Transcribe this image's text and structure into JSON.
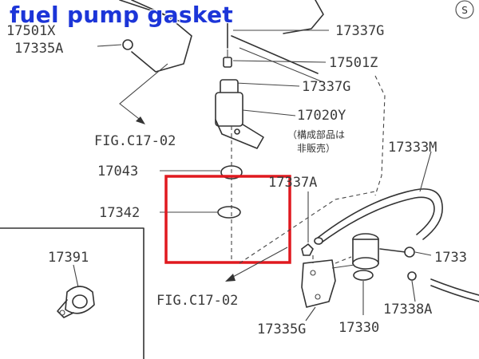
{
  "headline": "fuel pump gasket",
  "corner_mark": "S",
  "part_labels": {
    "p17501x": "17501X",
    "p17335a": "17335A",
    "p17337g_top": "17337G",
    "p17501z": "17501Z",
    "p17337g_mid": "17337G",
    "p17020y": "17020Y",
    "p17043": "17043",
    "p17337a": "17337A",
    "p17333m": "17333M",
    "p17342": "17342",
    "p17391": "17391",
    "p1733": "1733",
    "p17338a": "17338A",
    "p17335g": "17335G",
    "p17330": "17330"
  },
  "figure_refs": {
    "upper": "FIG.C17-02",
    "lower": "FIG.C17-02"
  },
  "note_lines": [
    "（構成部品は",
    "非販売）"
  ],
  "colors": {
    "highlight_box": "#e0191f",
    "headline": "#1c35d8",
    "line_ink": "#333333"
  }
}
